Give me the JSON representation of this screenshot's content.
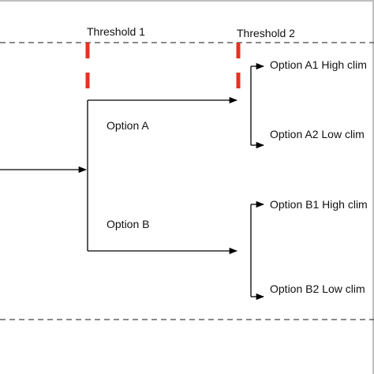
{
  "thresholds": [
    {
      "label": "Threshold 1"
    },
    {
      "label": "Threshold 2"
    }
  ],
  "options": {
    "a": {
      "label": "Option A"
    },
    "b": {
      "label": "Option B"
    }
  },
  "outcomes": {
    "a1": {
      "label": "Option A1 High clim"
    },
    "a2": {
      "label": "Option A2 Low clim"
    },
    "b1": {
      "label": "Option B1 High clim"
    },
    "b2": {
      "label": "Option B2 Low clim"
    }
  },
  "colors": {
    "threshold_marker": "#e8301f",
    "lines": "#000000",
    "dashed_boundary": "#444444"
  }
}
